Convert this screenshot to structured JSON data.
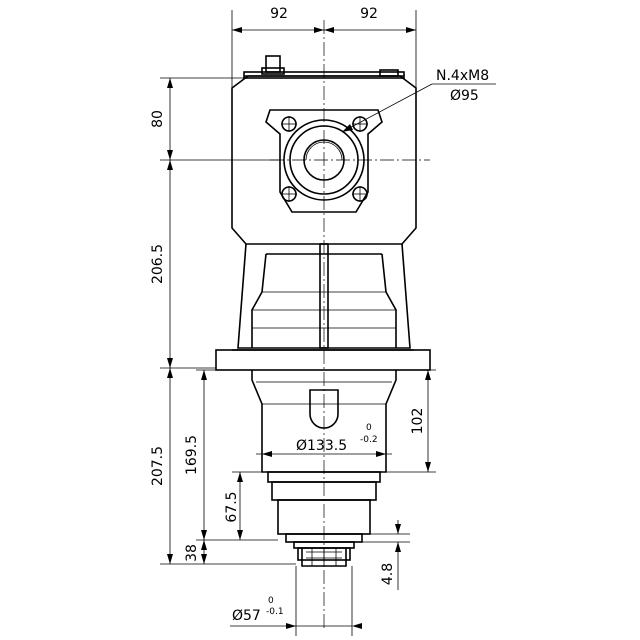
{
  "dimensions": {
    "top_left": "92",
    "top_right": "92",
    "height_80": "80",
    "height_206": "206.5",
    "height_207": "207.5",
    "height_169": "169.5",
    "height_67": "67.5",
    "height_38": "38",
    "height_102": "102",
    "height_4_8": "4.8",
    "dia_133": "Ø133.5",
    "dia_133_tol_upper": "0",
    "dia_133_tol_lower": "-0.2",
    "dia_57": "Ø57",
    "dia_57_tol_upper": "0",
    "dia_57_tol_lower": "-0.1"
  },
  "callout": {
    "line1": "N.4xM8",
    "line2": "Ø95"
  }
}
